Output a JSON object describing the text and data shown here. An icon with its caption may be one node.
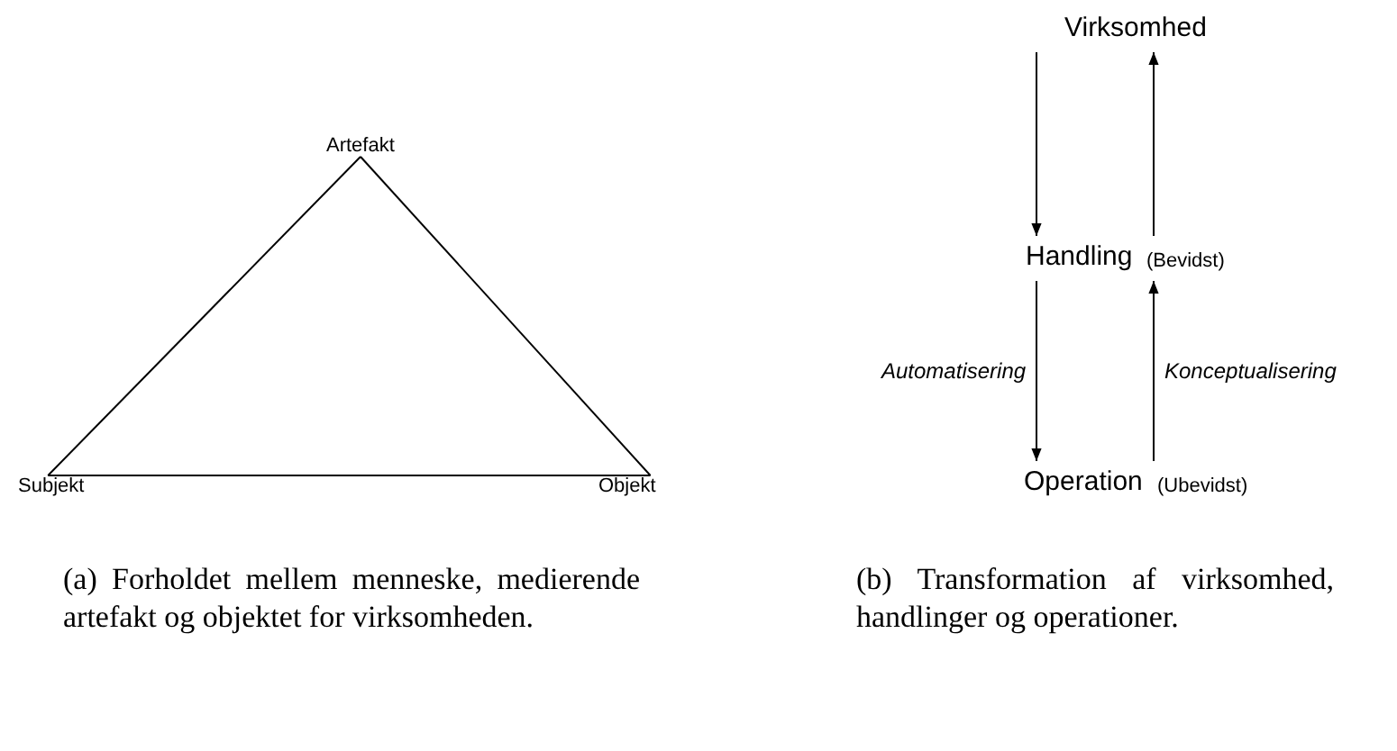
{
  "diagram": {
    "nodes": [
      {
        "text": [
          "Artefakt"
        ]
      },
      {
        "text": [
          "Subjekt"
        ]
      },
      {
        "text": [
          "Objekt"
        ]
      },
      {
        "text": [
          "Virksomhed"
        ]
      },
      {
        "text": [
          "Handling"
        ],
        "beside": [
          "(Bevidst)"
        ]
      },
      {
        "text": [
          "Operation"
        ],
        "beside": [
          "(Ubevidst)"
        ]
      }
    ],
    "edges": [
      {
        "from": 0,
        "to": 1,
        "arrow": "none"
      },
      {
        "from": 0,
        "to": 2,
        "arrow": "none"
      },
      {
        "from": 1,
        "to": 2,
        "arrow": "none"
      },
      {
        "from": 3,
        "to": 4,
        "arrow": "to"
      },
      {
        "from": 4,
        "to": 3,
        "arrow": "to"
      },
      {
        "from": 4,
        "to": 5,
        "arrow": "to",
        "label": "Automatisering"
      },
      {
        "from": 5,
        "to": 4,
        "arrow": "to",
        "label": "Konceptualisering"
      }
    ],
    "labels": [
      "(a) Forholdet mellem menneske, medierende artefakt og objektet for virksomheden.",
      "(b) Transformation af virksomhed, handlinger og operationer."
    ]
  }
}
